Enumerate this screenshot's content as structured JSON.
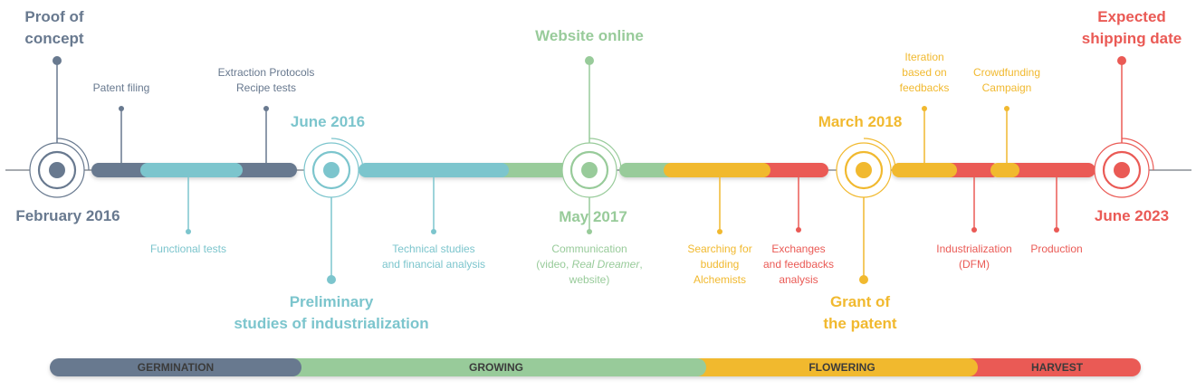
{
  "colors": {
    "slate": "#68798f",
    "teal": "#7cc5cd",
    "green": "#98cb9a",
    "yellow": "#f1b92f",
    "red": "#ea5a55",
    "axis": "#8a8f96"
  },
  "milestones": {
    "proof_of_concept": "Proof of\nconcept",
    "february_2016": "February 2016",
    "june_2016": "June 2016",
    "preliminary_studies": "Preliminary\nstudies of industrialization",
    "website_online": "Website online",
    "may_2017": "May 2017",
    "march_2018": "March 2018",
    "grant_of_patent": "Grant of\nthe patent",
    "expected_shipping": "Expected\nshipping date",
    "june_2023": "June 2023"
  },
  "tasks": {
    "patent_filing": "Patent filing",
    "extraction_protocols": "Extraction Protocols\nRecipe tests",
    "functional_tests": "Functional tests",
    "technical_studies": "Technical studies\nand financial analysis",
    "communication_a": "Communication",
    "communication_b": "(video, ",
    "communication_italic": "Real Dreamer",
    "communication_c": ",",
    "communication_d": "website)",
    "searching": "Searching for\nbudding\nAlchemists",
    "exchanges": "Exchanges\nand feedbacks\nanalysis",
    "iteration": "Iteration\nbased on\nfeedbacks",
    "crowdfunding": "Crowdfunding\nCampaign",
    "industrialization": "Industrialization\n(DFM)",
    "production": "Production"
  },
  "phases": {
    "germination": "GERMINATION",
    "growing": "GROWING",
    "flowering": "FLOWERING",
    "harvest": "HARVEST"
  }
}
